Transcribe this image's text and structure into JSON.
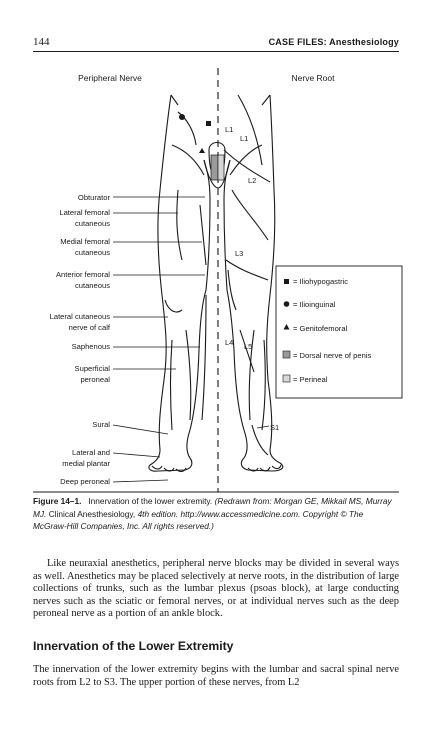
{
  "header": {
    "page_number": "144",
    "running_head": "CASE FILES: Anesthesiology"
  },
  "figure": {
    "left_title": "Peripheral Nerve",
    "right_title": "Nerve Root",
    "nerve_labels": [
      {
        "line1": "Obturator",
        "line2": ""
      },
      {
        "line1": "Lateral femoral",
        "line2": "cutaneous"
      },
      {
        "line1": "Medial femoral",
        "line2": "cutaneous"
      },
      {
        "line1": "Anterior femoral",
        "line2": "cutaneous"
      },
      {
        "line1": "Lateral cutaneous",
        "line2": "nerve of calf"
      },
      {
        "line1": "Saphenous",
        "line2": ""
      },
      {
        "line1": "Superficial",
        "line2": "peroneal"
      },
      {
        "line1": "Sural",
        "line2": ""
      },
      {
        "line1": "Lateral and",
        "line2": "medial plantar"
      },
      {
        "line1": "Deep peroneal",
        "line2": ""
      }
    ],
    "root_labels": [
      "L1",
      "L1",
      "L2",
      "L3",
      "L4",
      "L5",
      "S1"
    ],
    "legend": [
      {
        "symbol": "square",
        "text": "= Iliohypogastric"
      },
      {
        "symbol": "circle",
        "text": "= Ilioinguinal"
      },
      {
        "symbol": "triangle",
        "text": "= Genitofemoral"
      },
      {
        "symbol": "gray-square",
        "text": "= Dorsal nerve of penis"
      },
      {
        "symbol": "light-square",
        "text": "= Perineal"
      }
    ]
  },
  "caption": {
    "label": "Figure 14–1.",
    "title": "Innervation of the lower extremity.",
    "source_a": "(Redrawn from: Morgan GE, Mikkail MS, Murray MJ.",
    "book": "Clinical Anesthesiology,",
    "edition": "4th",
    "source_b": "edition. http://www.accessmedicine.com. Copyright © The McGraw-Hill Companies, Inc. All rights reserved.)"
  },
  "body": {
    "paragraph_1": "Like neuraxial anesthetics, peripheral nerve blocks may be divided in several ways as well. Anesthetics may be placed selectively at nerve roots, in the distribution of large collections of trunks, such as the lumbar plexus (psoas block), at large conducting nerves such as the sciatic or femoral nerves, or at individual nerves such as the deep peroneal nerve as a portion of an ankle block.",
    "section_heading": "Innervation of the Lower Extremity",
    "paragraph_2": "The innervation of the lower extremity begins with the lumbar and sacral spinal nerve roots from L2 to S3. The upper portion of these nerves, from L2"
  }
}
